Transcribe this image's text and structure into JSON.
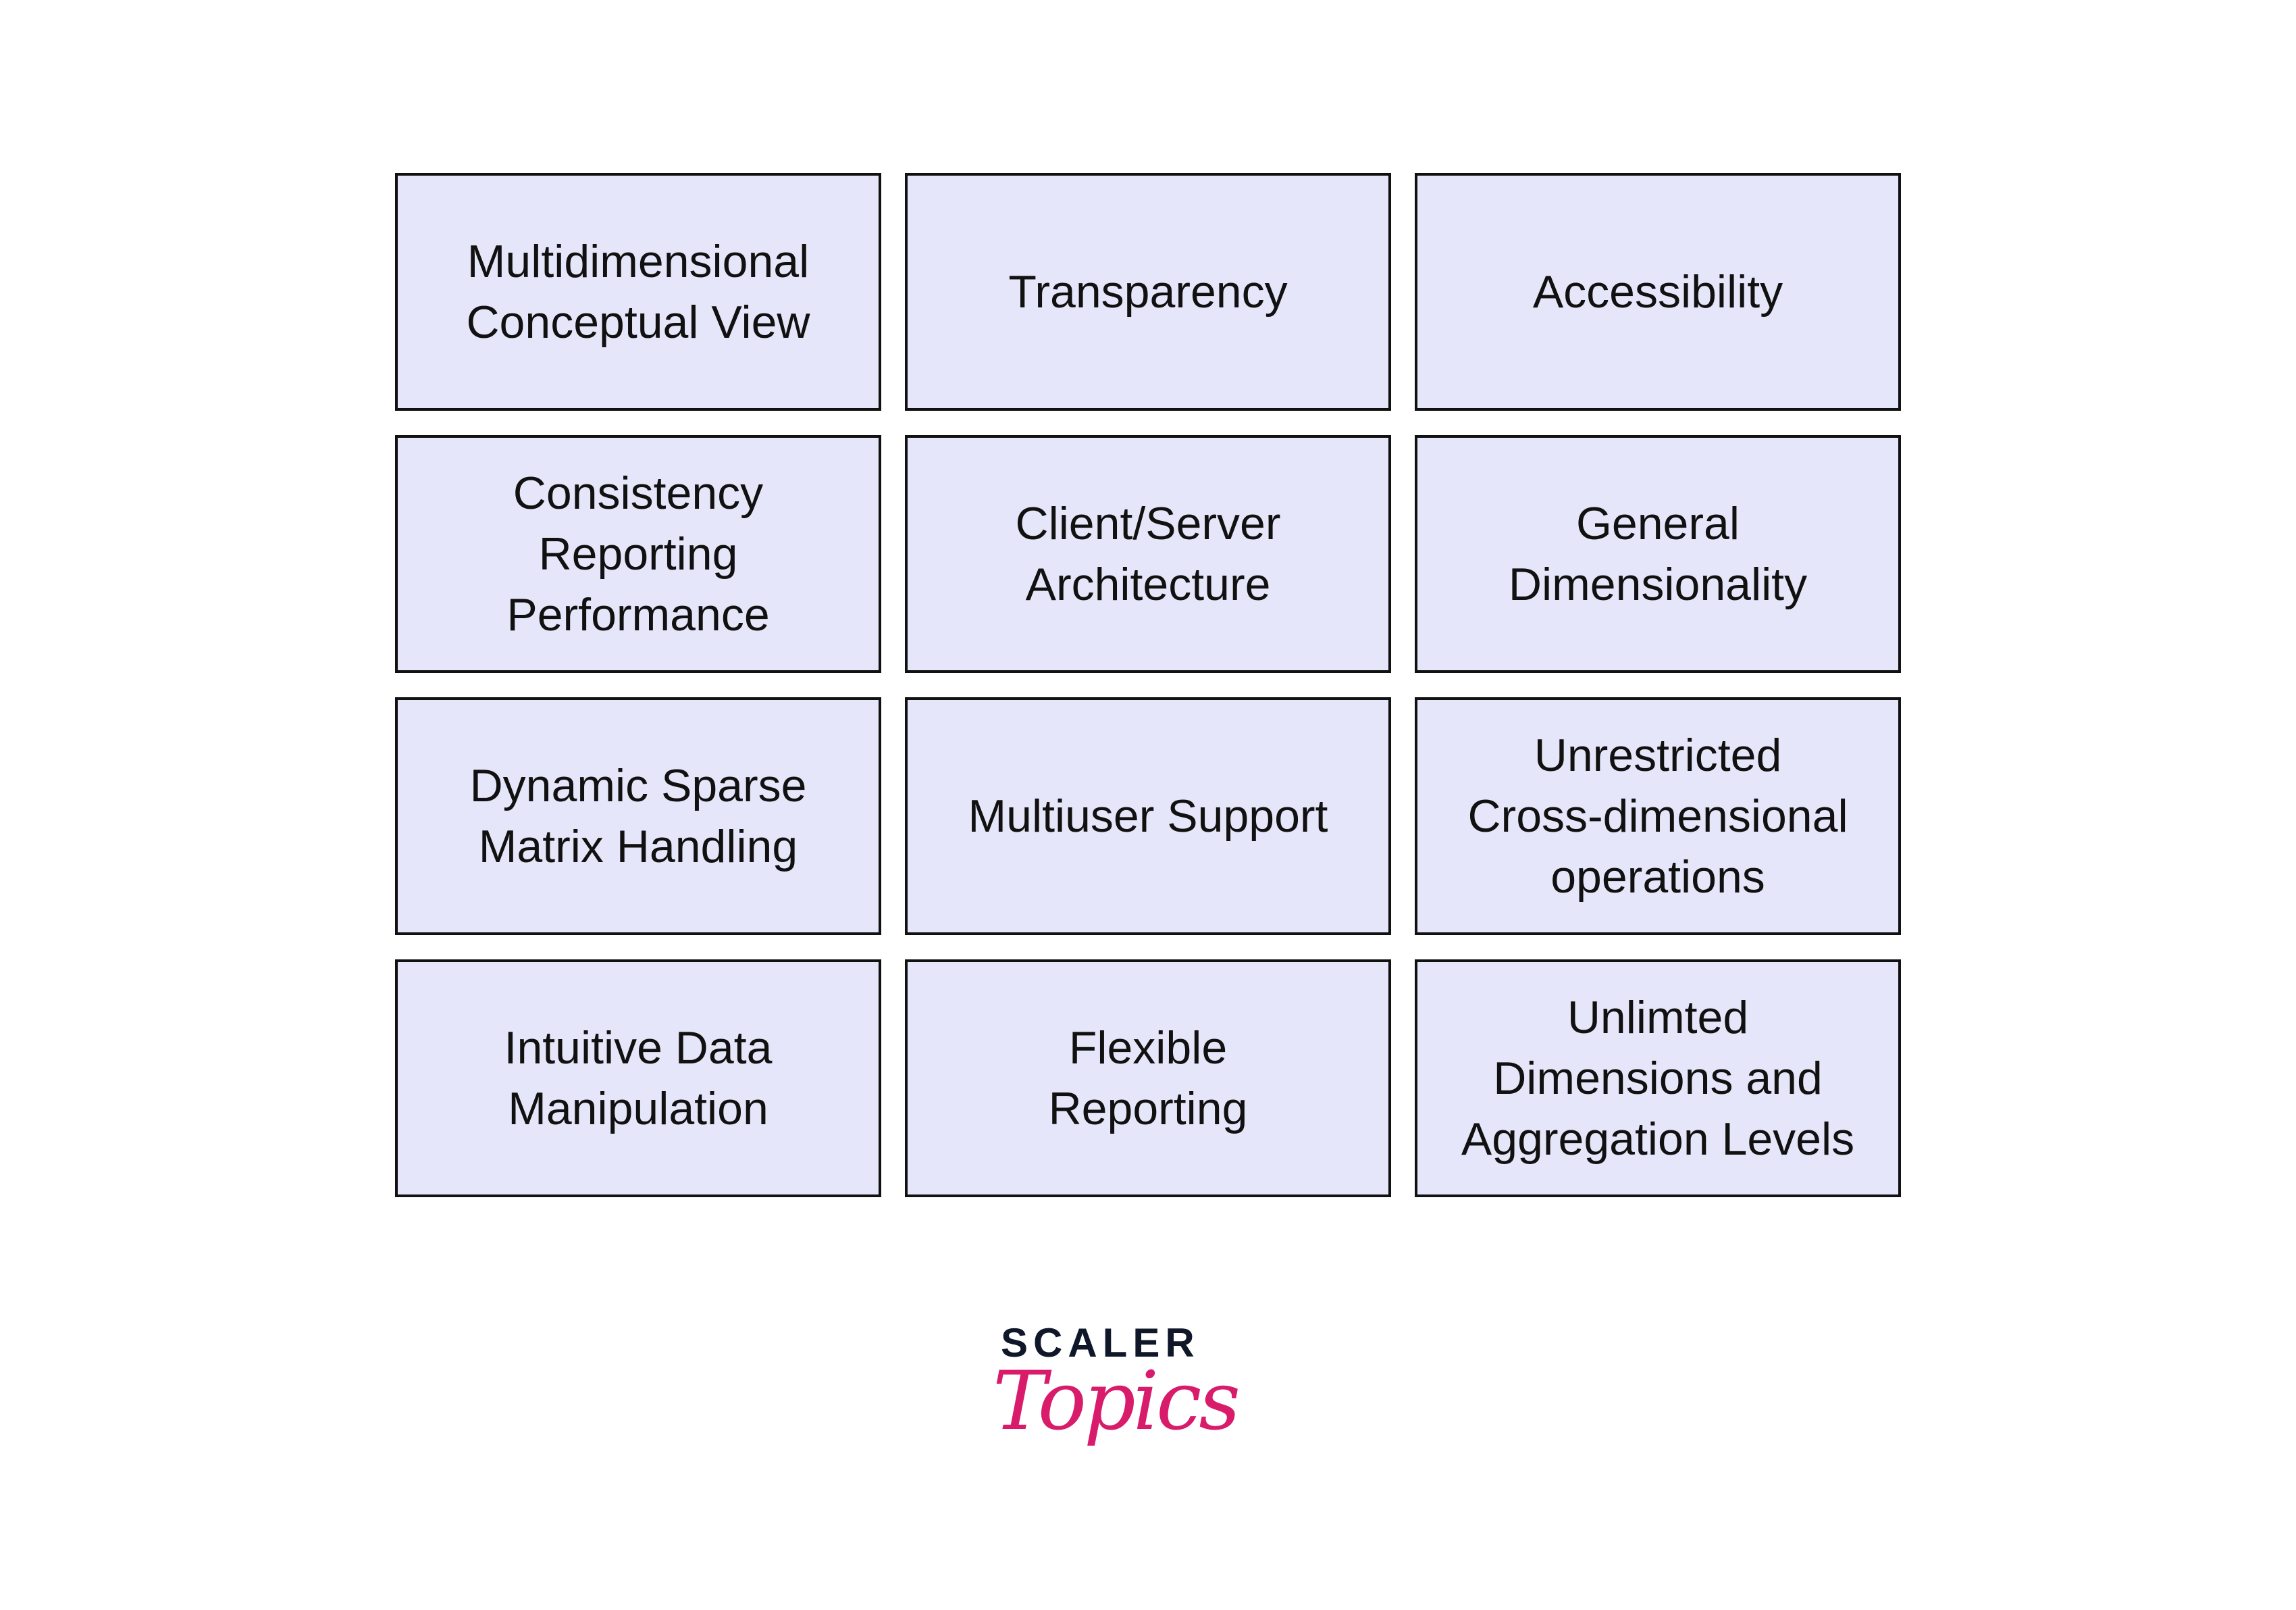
{
  "boxes": [
    "Multidimensional\nConceptual View",
    "Transparency",
    "Accessibility",
    "Consistency\nReporting\nPerformance",
    "Client/Server\nArchitecture",
    "General\nDimensionality",
    "Dynamic Sparse\nMatrix Handling",
    "Multiuser Support",
    "Unrestricted\nCross-dimensional\noperations",
    "Intuitive Data\nManipulation",
    "Flexible\nReporting",
    "Unlimted\nDimensions and\nAggregation Levels"
  ],
  "logo": {
    "line1": "SCALER",
    "line2": "Topics"
  },
  "colors": {
    "box_fill": "#E6E6FA",
    "border": "#111111",
    "logo_dark": "#0F1729",
    "logo_pink": "#D81B6A"
  }
}
